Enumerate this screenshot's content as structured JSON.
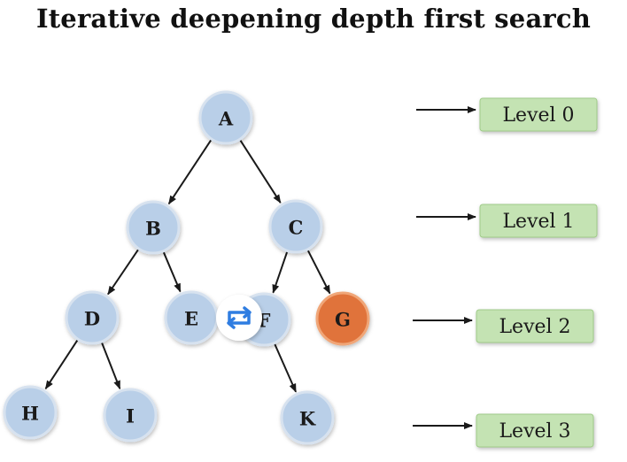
{
  "title": "Iterative deepening depth first search",
  "colors": {
    "node_fill": "#b9cfe8",
    "node_stroke": "#d7e2ef",
    "goal_fill": "#e0733a",
    "level_box_fill": "#c4e3b3",
    "level_box_stroke": "#9fcb88",
    "edge": "#1a1a1a",
    "overlay_icon": "#2f7de1"
  },
  "nodes": [
    {
      "id": "A",
      "label": "A",
      "goal": false
    },
    {
      "id": "B",
      "label": "B",
      "goal": false
    },
    {
      "id": "C",
      "label": "C",
      "goal": false
    },
    {
      "id": "D",
      "label": "D",
      "goal": false
    },
    {
      "id": "E",
      "label": "E",
      "goal": false
    },
    {
      "id": "F",
      "label": "F",
      "goal": false
    },
    {
      "id": "G",
      "label": "G",
      "goal": true
    },
    {
      "id": "H",
      "label": "H",
      "goal": false
    },
    {
      "id": "I",
      "label": "I",
      "goal": false
    },
    {
      "id": "K",
      "label": "K",
      "goal": false
    }
  ],
  "edges": [
    {
      "from": "A",
      "to": "B"
    },
    {
      "from": "A",
      "to": "C"
    },
    {
      "from": "B",
      "to": "D"
    },
    {
      "from": "B",
      "to": "E"
    },
    {
      "from": "C",
      "to": "F"
    },
    {
      "from": "C",
      "to": "G"
    },
    {
      "from": "D",
      "to": "H"
    },
    {
      "from": "D",
      "to": "I"
    },
    {
      "from": "F",
      "to": "K"
    }
  ],
  "levels": [
    {
      "label": "Level 0"
    },
    {
      "label": "Level 1"
    },
    {
      "label": "Level 2"
    },
    {
      "label": "Level 3"
    }
  ],
  "overlay": {
    "icon": "repeat-icon"
  }
}
